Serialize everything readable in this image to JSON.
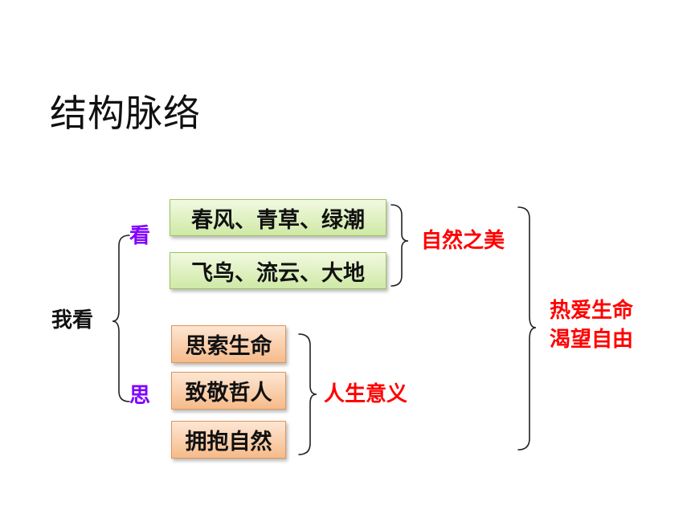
{
  "slide": {
    "title": "结构脉络"
  },
  "diagram": {
    "root": "我看",
    "branch_look": "看",
    "branch_think": "思",
    "look_items": [
      "春风、青草、绿潮",
      "飞鸟、流云、大地"
    ],
    "think_items": [
      "思索生命",
      "致敬哲人",
      "拥抱自然"
    ],
    "look_summary": "自然之美",
    "think_summary": "人生意义",
    "final_line1": "热爱生命",
    "final_line2": "渴望自由"
  },
  "colors": {
    "branch": "#8000ff",
    "summary": "#ff0000",
    "green_box": "#cfe9a6",
    "orange_box": "#f6bb8a"
  }
}
